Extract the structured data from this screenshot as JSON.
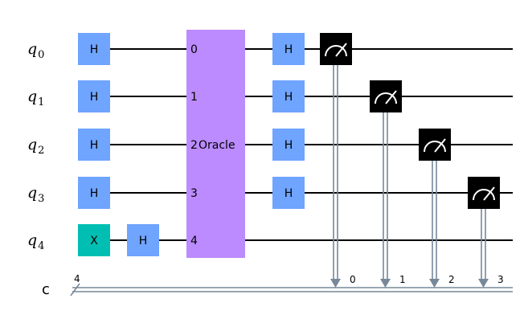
{
  "qubits": [
    {
      "name": "q",
      "index": "0"
    },
    {
      "name": "q",
      "index": "1"
    },
    {
      "name": "q",
      "index": "2"
    },
    {
      "name": "q",
      "index": "3"
    },
    {
      "name": "q",
      "index": "4"
    }
  ],
  "classical": {
    "name": "c",
    "width": "4",
    "bits": [
      "0",
      "1",
      "2",
      "3"
    ]
  },
  "gates": {
    "h": "H",
    "x": "X"
  },
  "oracle": {
    "name": "Oracle",
    "ports": [
      "0",
      "1",
      "2",
      "3",
      "4"
    ]
  },
  "colors": {
    "h_gate": "#6fa4ff",
    "x_gate": "#00bfb2",
    "oracle": "#bb8bff",
    "measure": "#000000",
    "classical_wire": "#778899"
  }
}
